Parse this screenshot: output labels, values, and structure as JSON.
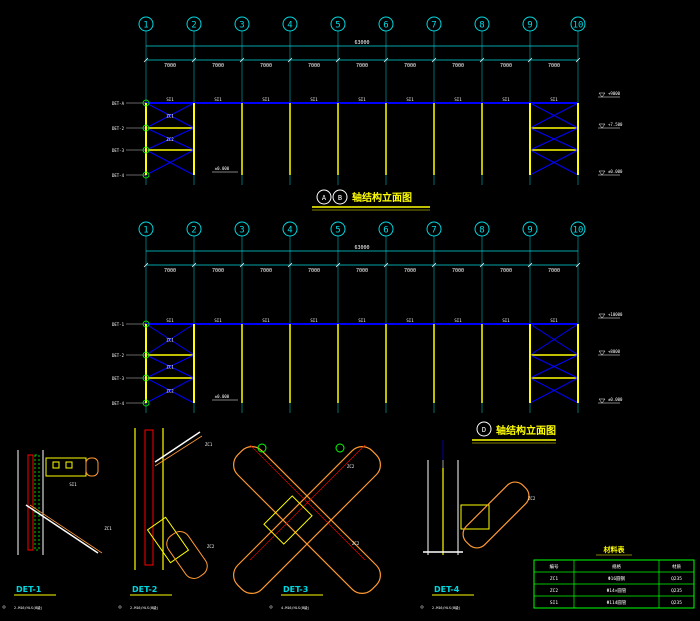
{
  "axes": [
    "1",
    "2",
    "3",
    "4",
    "5",
    "6",
    "7",
    "8",
    "9",
    "10"
  ],
  "spans": [
    "7000",
    "7000",
    "7000",
    "7000",
    "7000",
    "7000",
    "7000",
    "7000",
    "7000"
  ],
  "total_span": "63000",
  "elev1": {
    "title_circles": [
      "A",
      "B"
    ],
    "title": "轴结构立面图",
    "row_labels": [
      "DET-A",
      "DET-2",
      "DET-3",
      "DET-4"
    ],
    "elevations": [
      "+9000",
      "+7.500",
      "±0.000"
    ],
    "members": [
      "SI1",
      "SI1",
      "SI1",
      "SI1",
      "SI1",
      "SI1",
      "SI1",
      "SI1",
      "SI1"
    ],
    "brace_labels": [
      "ZC1",
      "ZC2"
    ],
    "ground_note": "±0.000"
  },
  "elev2": {
    "title_circle": "D",
    "title": "轴结构立面图",
    "row_labels": [
      "DET-1",
      "DET-2",
      "DET-3",
      "DET-4"
    ],
    "elevations": [
      "+10000",
      "+8000",
      "±0.000"
    ],
    "members": [
      "SI1",
      "SI1",
      "SI1",
      "SI1",
      "SI1",
      "SI1",
      "SI1",
      "SI1",
      "SI1"
    ],
    "brace_labels": [
      "ZC1",
      "ZC1",
      "ZC2"
    ],
    "ground_note": "±0.000"
  },
  "details": [
    {
      "name": "DET-1",
      "note": "2-M16/HLS(B级)",
      "labels": [
        "SI1",
        "ZC1"
      ]
    },
    {
      "name": "DET-2",
      "note": "2-M16/HLS(B级)",
      "labels": [
        "ZC1",
        "ZC2"
      ]
    },
    {
      "name": "DET-3",
      "note": "4-M16/HLS(B级)",
      "labels": [
        "ZC2",
        "ZC2"
      ]
    },
    {
      "name": "DET-4",
      "note": "2-M16/HLS(B级)",
      "labels": [
        "ZC2"
      ]
    }
  ],
  "table": {
    "title": "材料表",
    "headers": [
      "编号",
      "规格",
      "材质"
    ],
    "rows": [
      [
        "ZC1",
        "Φ16圆钢",
        "Q235"
      ],
      [
        "ZC2",
        "Φ14×圆管",
        "Q235"
      ],
      [
        "SI1",
        "Φ114圆管",
        "Q235"
      ]
    ]
  },
  "colors": {
    "axis": "#00d8e0",
    "column": "#ffff00",
    "beam": "#0000ff",
    "brace": "#ffffff",
    "text": "#ffffff",
    "green": "#00ff00",
    "red": "#ff0000",
    "orange": "#ff9933"
  }
}
